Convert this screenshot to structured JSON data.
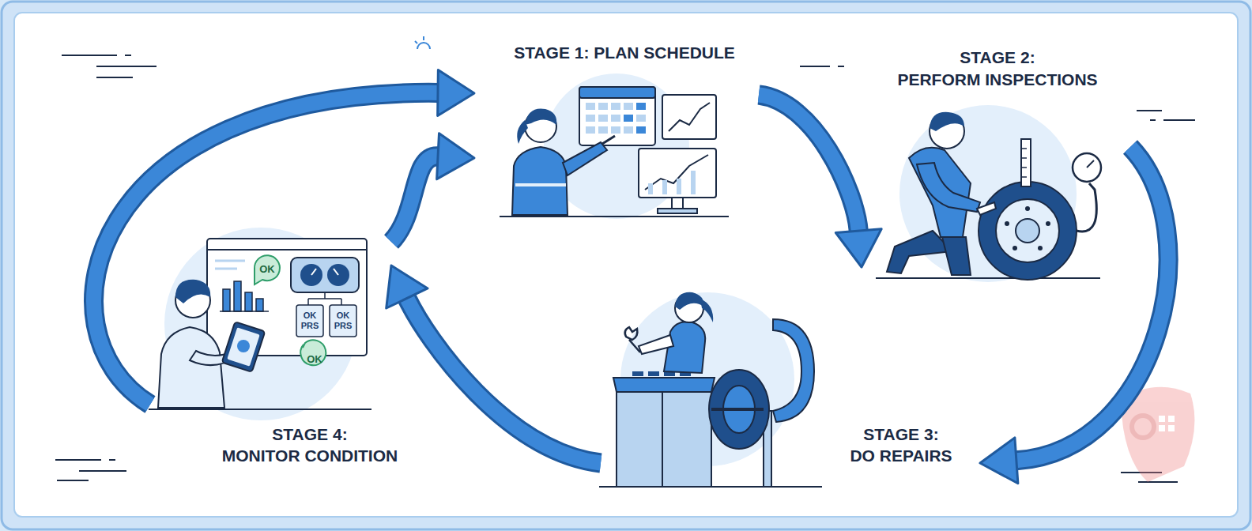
{
  "diagram": {
    "nodes": [
      {
        "text": [
          "STAGE 1: PLAN SCHEDULE"
        ]
      },
      {
        "text": [
          "STAGE 2:",
          "PERFORM INSPECTIONS"
        ]
      },
      {
        "text": [
          "STAGE 3:",
          "DO REPAIRS"
        ]
      },
      {
        "text": [
          "STAGE 4:",
          "MONITOR CONDITION"
        ]
      }
    ],
    "edges": [
      {
        "from": 0,
        "to": 1,
        "arrow": "to"
      },
      {
        "from": 1,
        "to": 2,
        "arrow": "to"
      },
      {
        "from": 2,
        "to": 3,
        "arrow": "to"
      },
      {
        "from": 3,
        "to": 0,
        "arrow": "to"
      },
      {
        "from": 3,
        "to": 0,
        "arrow": "to"
      }
    ],
    "labels": [
      "OK",
      "OK PRS",
      "OK PRS",
      "OK"
    ]
  }
}
